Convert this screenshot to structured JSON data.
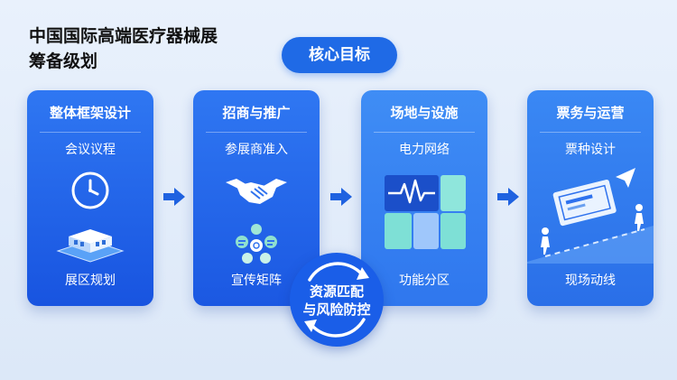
{
  "title": {
    "line1": "中国国际高端医疗器械展",
    "line2": "筹备级划"
  },
  "goal_badge": "核心目标",
  "cards": [
    {
      "title": "整体框架设计",
      "subtitle": "会议议程",
      "footer": "展区规划"
    },
    {
      "title": "招商与推广",
      "subtitle": "参展商准入",
      "footer": "宣传矩阵"
    },
    {
      "title": "场地与设施",
      "subtitle": "电力网络",
      "footer": "功能分区"
    },
    {
      "title": "票务与运营",
      "subtitle": "票种设计",
      "footer": "现场动线"
    }
  ],
  "center": {
    "line1": "资源匹配",
    "line2": "与风险防控"
  },
  "colors": {
    "primary": "#1f6ae6",
    "card_top": "#2f77f2",
    "background": "#e4eefb",
    "tile_green": "#7ee0d6"
  }
}
